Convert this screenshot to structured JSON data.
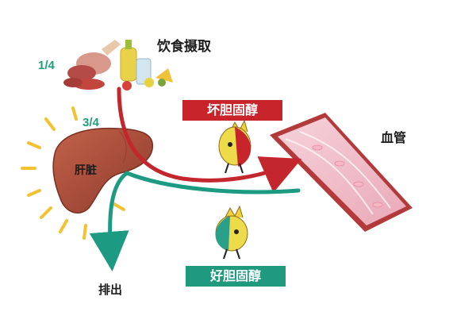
{
  "title": "饮食摄取",
  "fractions": {
    "food_share": "1/4",
    "liver_share": "3/4"
  },
  "labels": {
    "liver": "肝脏",
    "blood_vessel": "血管",
    "excretion": "排出",
    "bad_cholesterol": "坏胆固醇",
    "good_cholesterol": "好胆固醇"
  },
  "colors": {
    "bad_arrow": "#c4262e",
    "good_arrow": "#1c9a82",
    "bad_pill": "#c8242c",
    "good_pill": "#1f9a7e",
    "fraction_text": "#1f9e7a",
    "liver": "#b0503c",
    "vessel_outer": "#b23a3a",
    "vessel_inner": "#f3c9d2",
    "sun_rays": "#f2c230"
  },
  "icons": [
    "food-pile-icon",
    "liver-icon",
    "sun-rays-icon",
    "blood-vessel-icon",
    "bad-cholesterol-mascot-icon",
    "good-cholesterol-mascot-icon"
  ]
}
